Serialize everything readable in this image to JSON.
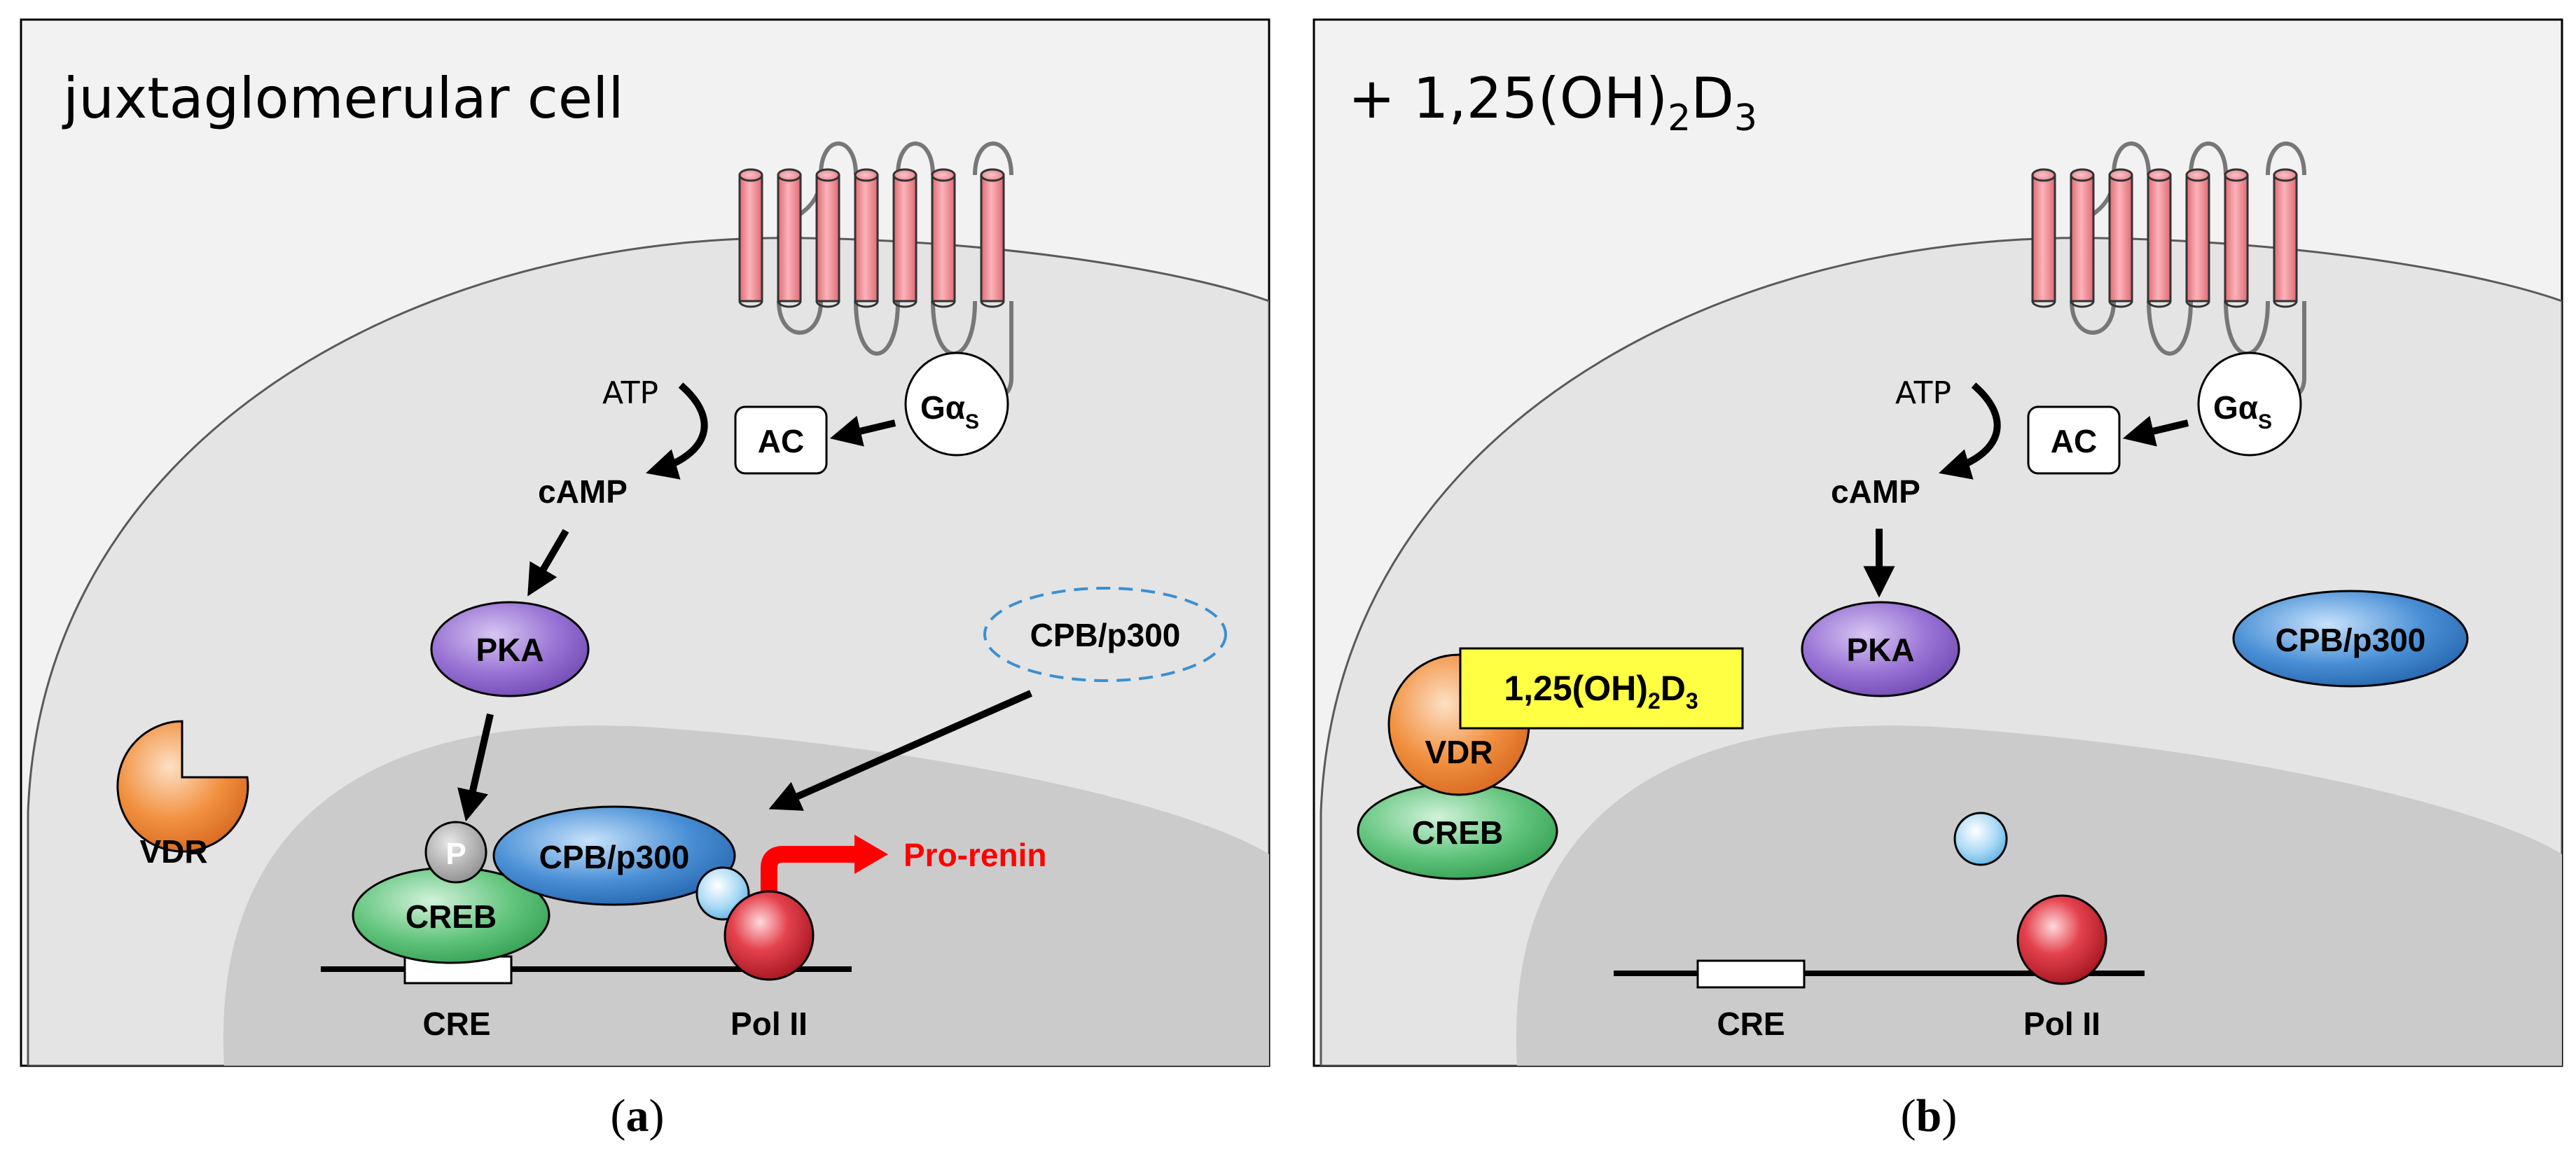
{
  "panels": [
    {
      "title": "juxtaglomerular cell",
      "caption_letter": "a",
      "labels": {
        "atp": "ATP",
        "ac": "AC",
        "g_alpha": "Gα",
        "g_sub": "S",
        "camp": "cAMP",
        "pka": "PKA",
        "cbp_free": "CPB/p300",
        "vdr": "VDR",
        "phospho": "P",
        "creb": "CREB",
        "cbp_bound": "CPB/p300",
        "pro_renin": "Pro-renin",
        "cre": "CRE",
        "pol2": "Pol II"
      }
    },
    {
      "title_prefix": "+ 1,25(OH)",
      "title_sub1": "2",
      "title_mid": "D",
      "title_sub2": "3",
      "caption_letter": "b",
      "labels": {
        "atp": "ATP",
        "ac": "AC",
        "g_alpha": "Gα",
        "g_sub": "S",
        "camp": "cAMP",
        "pka": "PKA",
        "cbp": "CPB/p300",
        "vdr": "VDR",
        "ligand_prefix": "1,25(OH)",
        "ligand_sub1": "2",
        "ligand_mid": "D",
        "ligand_sub2": "3",
        "creb": "CREB",
        "cre": "CRE",
        "pol2": "Pol II"
      }
    }
  ],
  "colors": {
    "receptor": "#f4a0a6",
    "pka": "#8a63c9",
    "creb": "#5fc27a",
    "cbp": "#3c82c8",
    "vdr": "#ef8a3c",
    "pol2": "#d8303a",
    "pro_renin": "#ff0000",
    "ligand_box": "#ffff44"
  }
}
